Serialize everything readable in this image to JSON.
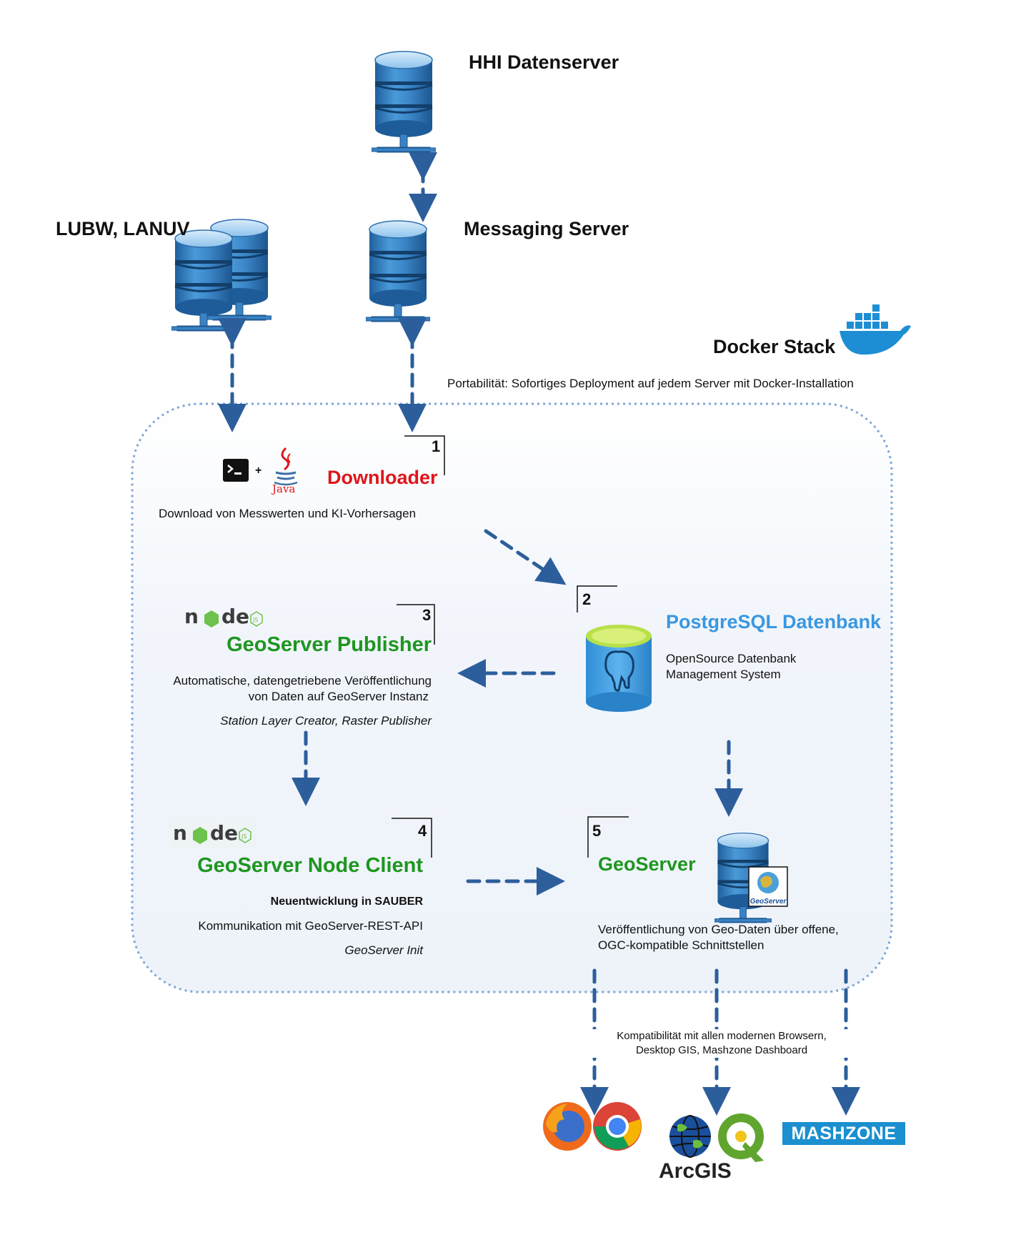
{
  "servers": {
    "hhi": "HHI Datenserver",
    "lubw": "LUBW, LANUV",
    "messaging": "Messaging Server"
  },
  "docker": {
    "title": "Docker Stack",
    "portability": "Portabilität: Sofortiges Deployment auf jedem Server mit Docker-Installation"
  },
  "components": {
    "downloader": {
      "number": "1",
      "title": "Downloader",
      "plus": "+",
      "java_label": "Java",
      "desc": "Download von Messwerten und KI-Vorhersagen"
    },
    "postgres": {
      "number": "2",
      "title": "PostgreSQL Datenbank",
      "desc_line1": "OpenSource Datenbank",
      "desc_line2": "Management System"
    },
    "publisher": {
      "number": "3",
      "logo": "node",
      "logo_badge": "JS",
      "title": "GeoServer Publisher",
      "desc_line1": "Automatische, datengetriebene Veröffentlichung",
      "desc_line2": "von Daten auf GeoServer Instanz",
      "sub": "Station Layer Creator, Raster Publisher"
    },
    "node_client": {
      "number": "4",
      "logo": "node",
      "logo_badge": "JS",
      "title": "GeoServer Node Client",
      "highlight": "Neuentwicklung in SAUBER",
      "desc": "Kommunikation mit GeoServer-REST-API",
      "sub": "GeoServer Init"
    },
    "geoserver": {
      "number": "5",
      "title": "GeoServer",
      "badge": "GeoServer",
      "desc_line1": "Veröffentlichung von Geo-Daten über offene,",
      "desc_line2": "OGC-kompatible Schnittstellen"
    }
  },
  "clients": {
    "compat_line1": "Kompatibilität mit allen modernen Browsern,",
    "compat_line2": "Desktop GIS, Mashzone Dashboard",
    "arcgis": "ArcGIS",
    "mashzone": "MASHZONE"
  },
  "colors": {
    "arrow": "#2c5e9c",
    "server_blue": "#3a82c4",
    "green": "#1e9620",
    "postgres_blue": "#3a97e0",
    "downloader_red": "#e0151b",
    "docker_blue": "#1d8ed4"
  },
  "icons": [
    "database-server-icon",
    "terminal-icon",
    "java-icon",
    "nodejs-logo",
    "postgresql-elephant-icon",
    "geoserver-icon",
    "docker-whale-icon",
    "firefox-icon",
    "chrome-icon",
    "arcgis-globe-icon",
    "qgis-icon",
    "mashzone-logo"
  ]
}
